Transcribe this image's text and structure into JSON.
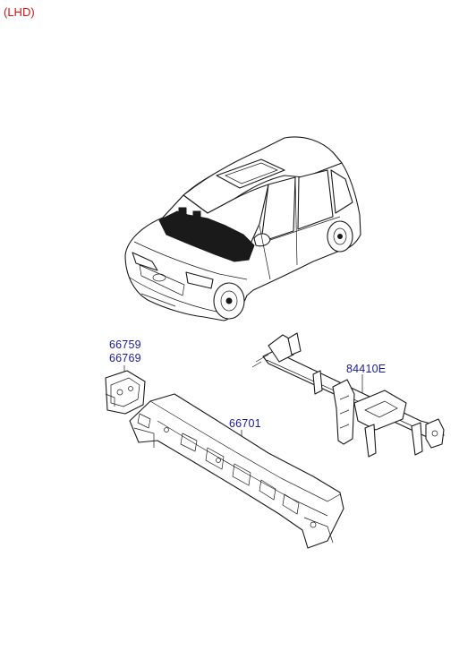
{
  "variant_label": "(LHD)",
  "parts": [
    {
      "number": "66759"
    },
    {
      "number": "66769"
    },
    {
      "number": "66701"
    },
    {
      "number": "84410E"
    }
  ],
  "colors": {
    "variant_label": "#d41616",
    "part_numbers": "#1a1a9c",
    "line_art": "#1a1a1a"
  }
}
